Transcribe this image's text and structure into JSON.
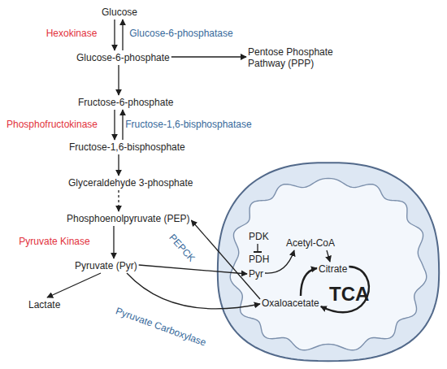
{
  "diagram": {
    "nodes": [
      {
        "text": [
          "Glucose"
        ]
      },
      {
        "text": [
          "Glucose-6-phosphate"
        ]
      },
      {
        "text": [
          "Pentose Phosphate Pathway (PPP)"
        ]
      },
      {
        "text": [
          "Fructose-6-phosphate"
        ]
      },
      {
        "text": [
          "Fructose-1,6-bisphosphate"
        ]
      },
      {
        "text": [
          "Glyceraldehyde 3-phosphate"
        ]
      },
      {
        "text": [
          "Phosphoenolpyruvate (PEP)"
        ]
      },
      {
        "text": [
          "Pyruvate (Pyr)"
        ]
      },
      {
        "text": [
          "Lactate"
        ]
      },
      {
        "text": [
          "TCA"
        ]
      },
      {
        "text": [
          "PDK"
        ],
        "in": 9
      },
      {
        "text": [
          "Acetyl-CoA"
        ],
        "in": 9
      },
      {
        "text": [
          "PDH"
        ],
        "in": 9
      },
      {
        "text": [
          "Pyr"
        ],
        "in": 9
      },
      {
        "text": [
          "Citrate"
        ],
        "in": 9
      },
      {
        "text": [
          "Oxaloacetate"
        ],
        "in": 9
      }
    ],
    "edges": [
      {
        "from": 0,
        "to": 1,
        "arrow": "to",
        "label": "Hexokinase"
      },
      {
        "from": 1,
        "to": 0,
        "arrow": "to",
        "label": "Glucose-6-phosphatase"
      },
      {
        "from": 1,
        "to": 2,
        "arrow": "to"
      },
      {
        "from": 1,
        "to": 3,
        "arrow": "to"
      },
      {
        "from": 3,
        "to": 4,
        "arrow": "to",
        "label": "Phosphofructokinase"
      },
      {
        "from": 4,
        "to": 3,
        "arrow": "to",
        "label": "Fructose-1,6-bisphosphatase"
      },
      {
        "from": 4,
        "to": 5,
        "arrow": "to"
      },
      {
        "from": 5,
        "to": 6,
        "arrow": "to"
      },
      {
        "from": 6,
        "to": 7,
        "arrow": "to",
        "label": "Pyruvate Kinase"
      },
      {
        "from": 7,
        "to": 8,
        "arrow": "to"
      },
      {
        "from": 7,
        "to": 13,
        "arrow": "to"
      },
      {
        "from": 7,
        "to": 15,
        "arrow": "to",
        "label": "Pyruvate Carboxylase"
      },
      {
        "from": 15,
        "to": 6,
        "arrow": "to",
        "label": "PEPCK"
      },
      {
        "from": 10,
        "to": 12,
        "arrow": "to"
      },
      {
        "from": 13,
        "to": 11,
        "arrow": "to"
      },
      {
        "from": 11,
        "to": 14,
        "arrow": "to"
      },
      {
        "from": 14,
        "to": 15,
        "arrow": "to"
      },
      {
        "from": 15,
        "to": 14,
        "arrow": "to"
      }
    ]
  }
}
